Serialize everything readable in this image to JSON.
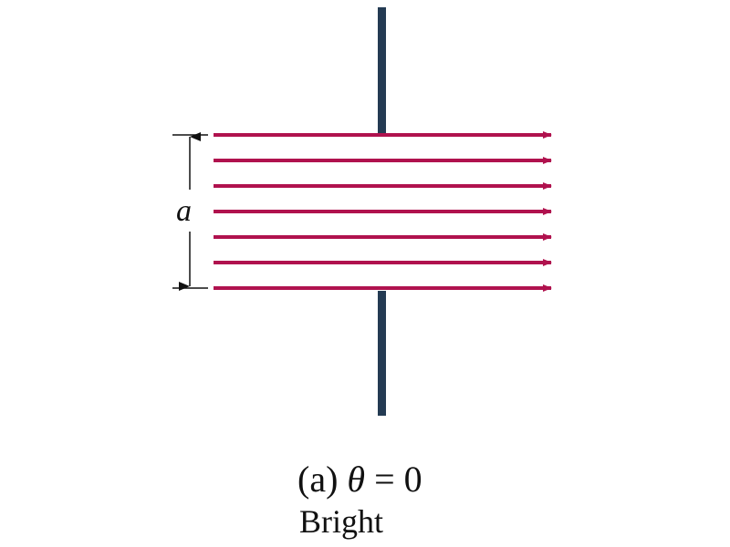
{
  "diagram": {
    "colors": {
      "barrier": "#243b53",
      "ray": "#b0124e",
      "dimension": "#111111"
    },
    "ray_count": 7,
    "width_label": "a"
  },
  "caption": {
    "part": "(a)",
    "theta_symbol": "θ",
    "equation_rest": "= 0",
    "result": "Bright"
  }
}
